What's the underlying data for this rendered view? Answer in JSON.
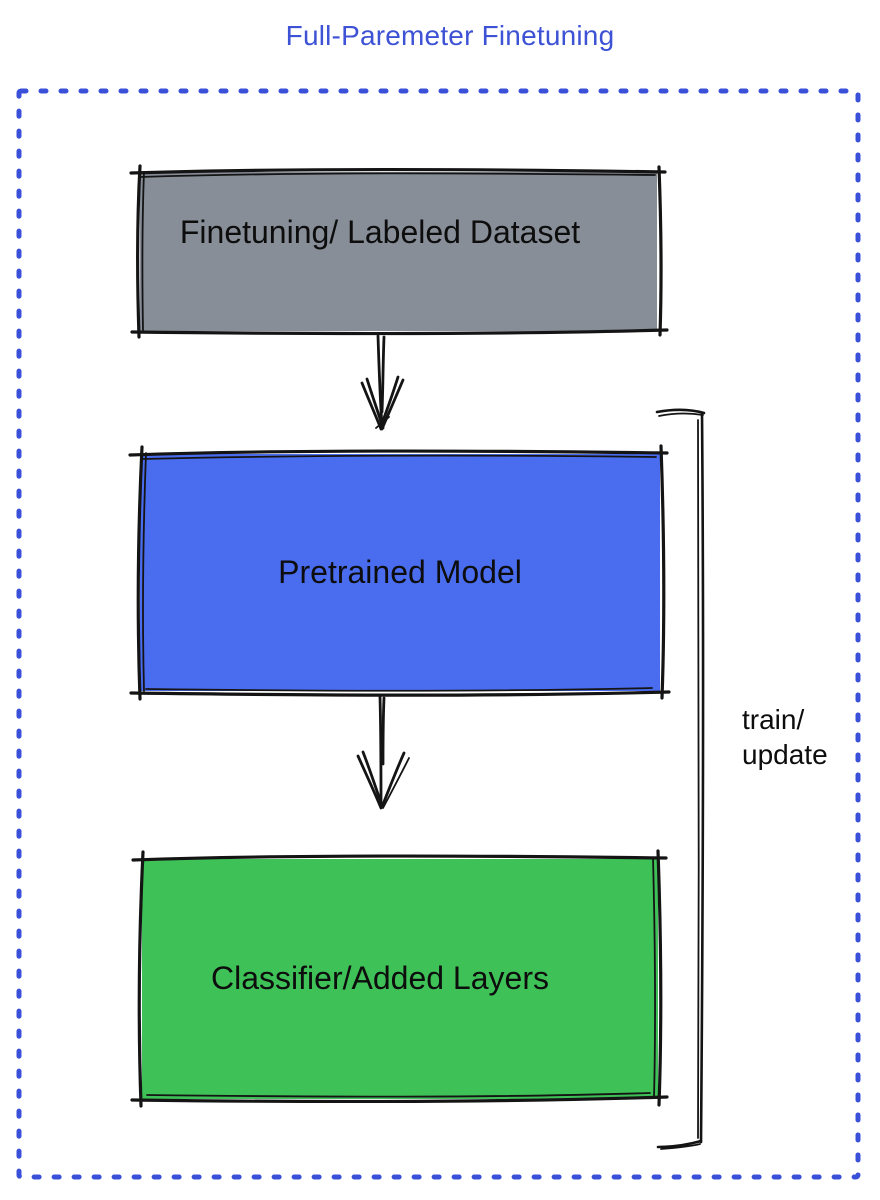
{
  "title": {
    "text": "Full-Paremeter Finetuning",
    "color": "#3d52d5"
  },
  "diagram": {
    "type": "flowchart",
    "border": {
      "style": "dotted",
      "color": "#3b50d8"
    },
    "boxes": [
      {
        "id": "dataset",
        "label": "Finetuning/ Labeled Dataset",
        "fill": "#878e98"
      },
      {
        "id": "pretrained",
        "label": "Pretrained Model",
        "fill": "#4a6df0"
      },
      {
        "id": "classifier",
        "label": "Classifier/Added Layers",
        "fill": "#3ec157"
      }
    ],
    "arrows": [
      {
        "from": "dataset",
        "to": "pretrained"
      },
      {
        "from": "pretrained",
        "to": "classifier"
      }
    ],
    "bracket": {
      "label_line1": "train/",
      "label_line2": "update",
      "spans": "pretrained and classifier boxes"
    }
  }
}
